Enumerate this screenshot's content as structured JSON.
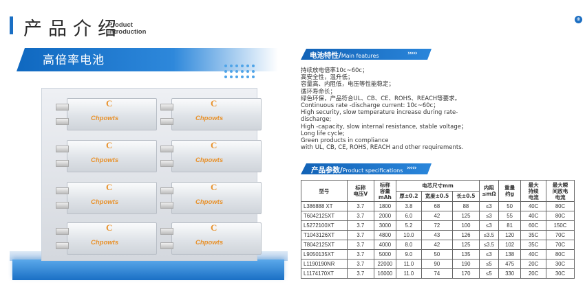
{
  "header": {
    "title_cn": "产品介绍",
    "title_en_line1": "Product",
    "title_en_line2": "Introduction"
  },
  "product_title": "高倍率电池",
  "brand": {
    "text": "Chpowts",
    "mark": "C"
  },
  "product_cell_count": 8,
  "features": {
    "heading_cn": "电池特性/",
    "heading_en": "Main features",
    "arrows": "›››››",
    "lines": [
      "持续放电倍率10c~60c；",
      "高安全性，温升低；",
      "容量高、内阻低，电压等性能稳定；",
      "循环寿命长；",
      "绿色环保，产品符合UL、CB、CE、ROHS、REACH等要求。",
      "Continuous rate -discharge current: 10c~60c；",
      "High security, slow temperature increase during rate-",
      "discharge;",
      "High -capacity, slow internal resistance, stable voltage；",
      "Long  life cycle;",
      "Green products in compliance",
      "with UL, CB, CE, ROHS, REACH and other   requirements."
    ]
  },
  "specs": {
    "heading_cn": "产品参数/",
    "heading_en": "Product specifications",
    "arrows": "›››››",
    "col_model": "型号",
    "col_voltage": "标称\n电压V",
    "col_capacity": "标称\n容量\nmAh",
    "col_dims": "电芯尺寸mm",
    "col_thick": "厚±0.2",
    "col_width": "宽度±0.5",
    "col_length": "长±0.5",
    "col_resist": "内阻\n≤mΩ",
    "col_weight": "重量\n约g",
    "col_cont": "最大\n持续\n电流",
    "col_burst": "最大瞬\n间放电\n电流",
    "rows": [
      [
        "L386888 XT",
        "3.7",
        "1800",
        "3.8",
        "68",
        "88",
        "≤3",
        "50",
        "40C",
        "80C"
      ],
      [
        "T6042125XT",
        "3.7",
        "2000",
        "6.0",
        "42",
        "125",
        "≤3",
        "55",
        "40C",
        "80C"
      ],
      [
        "L5272100XT",
        "3.7",
        "3000",
        "5.2",
        "72",
        "100",
        "≤3",
        "81",
        "60C",
        "150C"
      ],
      [
        "T1043126XT",
        "3.7",
        "4800",
        "10.0",
        "43",
        "126",
        "≤3.5",
        "120",
        "35C",
        "70C"
      ],
      [
        "T8042125XT",
        "3.7",
        "4000",
        "8.0",
        "42",
        "125",
        "≤3.5",
        "102",
        "35C",
        "70C"
      ],
      [
        "L9050135XT",
        "3.7",
        "5000",
        "9.0",
        "50",
        "135",
        "≤3",
        "138",
        "40C",
        "80C"
      ],
      [
        "L1190190NR",
        "3.7",
        "22000",
        "11.0",
        "90",
        "190",
        "≤5",
        "475",
        "20C",
        "30C"
      ],
      [
        "L1174170XT",
        "3.7",
        "16000",
        "11.0",
        "74",
        "170",
        "≤5",
        "330",
        "20C",
        "30C"
      ]
    ]
  }
}
